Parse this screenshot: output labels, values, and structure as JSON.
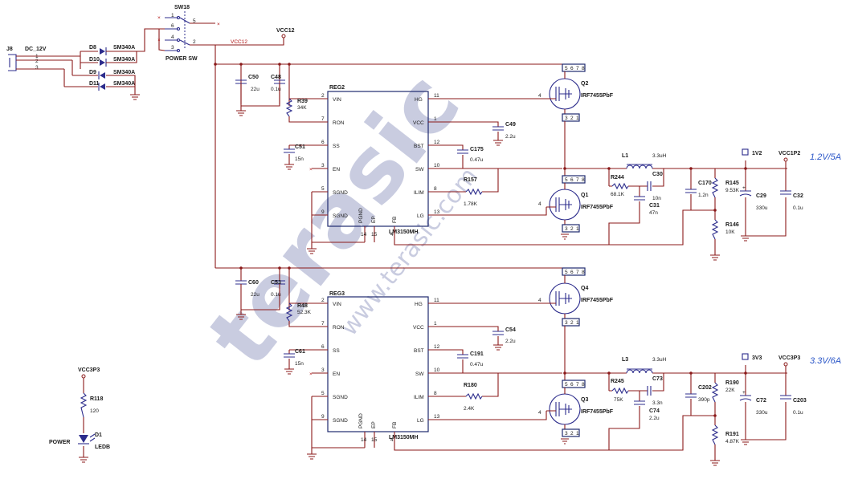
{
  "connector": {
    "ref": "J8",
    "label": "DC_12V",
    "pins": [
      "1",
      "2",
      "3"
    ]
  },
  "diodes": [
    {
      "ref": "D8",
      "part": "SM340A"
    },
    {
      "ref": "D10",
      "part": "SM340A"
    },
    {
      "ref": "D9",
      "part": "SM340A"
    },
    {
      "ref": "D11",
      "part": "SM340A"
    }
  ],
  "switch": {
    "ref": "SW18",
    "label": "POWER SW",
    "pins": [
      "1",
      "6",
      "4",
      "3",
      "5",
      "2"
    ]
  },
  "nets": {
    "vcc12": "VCC12",
    "vcc3p3": "VCC3P3",
    "vcc1p2": "VCC1P2",
    "n1v2": "1V2",
    "n3v3": "3V3"
  },
  "rails": {
    "out1": "1.2V/5A",
    "out2": "3.3V/6A"
  },
  "reg_top": {
    "ref": "REG2",
    "part": "LM3150MH",
    "left_pins": [
      {
        "num": "2",
        "name": "VIN"
      },
      {
        "num": "7",
        "name": "RON"
      },
      {
        "num": "6",
        "name": "SS"
      },
      {
        "num": "3",
        "name": "EN"
      },
      {
        "num": "5",
        "name": "SGND"
      },
      {
        "num": "9",
        "name": "SGND"
      }
    ],
    "right_pins": [
      {
        "num": "11",
        "name": "HG"
      },
      {
        "num": "1",
        "name": "VCC"
      },
      {
        "num": "12",
        "name": "BST"
      },
      {
        "num": "10",
        "name": "SW"
      },
      {
        "num": "8",
        "name": "ILIM"
      },
      {
        "num": "13",
        "name": "LG"
      }
    ],
    "bottom_pins": [
      {
        "num": "14",
        "name": "PGND"
      },
      {
        "num": "15",
        "name": "EP"
      },
      {
        "num": "4",
        "name": "FB"
      }
    ]
  },
  "reg_bot": {
    "ref": "REG3",
    "part": "LM3150MH",
    "left_pins": [
      {
        "num": "2",
        "name": "VIN"
      },
      {
        "num": "7",
        "name": "RON"
      },
      {
        "num": "6",
        "name": "SS"
      },
      {
        "num": "3",
        "name": "EN"
      },
      {
        "num": "5",
        "name": "SGND"
      },
      {
        "num": "9",
        "name": "SGND"
      }
    ],
    "right_pins": [
      {
        "num": "11",
        "name": "HG"
      },
      {
        "num": "1",
        "name": "VCC"
      },
      {
        "num": "12",
        "name": "BST"
      },
      {
        "num": "10",
        "name": "SW"
      },
      {
        "num": "8",
        "name": "ILIM"
      },
      {
        "num": "13",
        "name": "LG"
      }
    ],
    "bottom_pins": [
      {
        "num": "14",
        "name": "PGND"
      },
      {
        "num": "15",
        "name": "EP"
      },
      {
        "num": "4",
        "name": "FB"
      }
    ]
  },
  "top_parts": {
    "c50": {
      "ref": "C50",
      "val": "22u"
    },
    "c48": {
      "ref": "C48",
      "val": "0.1u"
    },
    "r39": {
      "ref": "R39",
      "val": "34K"
    },
    "c51": {
      "ref": "C51",
      "val": "15n"
    },
    "c49": {
      "ref": "C49",
      "val": "2.2u"
    },
    "c175": {
      "ref": "C175",
      "val": "0.47u"
    },
    "r157": {
      "ref": "R157",
      "val": "1.78K"
    },
    "q2": {
      "ref": "Q2",
      "part": "IRF7455PbF"
    },
    "q1": {
      "ref": "Q1",
      "part": "IRF7455PbF"
    },
    "l1": {
      "ref": "L1",
      "val": "3.3uH"
    },
    "r244": {
      "ref": "R244",
      "val": "68.1K"
    },
    "c30": {
      "ref": "C30",
      "val": "10n"
    },
    "c31": {
      "ref": "C31",
      "val": "47n"
    },
    "c170": {
      "ref": "C170",
      "val": "1.2n"
    },
    "r145": {
      "ref": "R145",
      "val": "9.53K"
    },
    "r146": {
      "ref": "R146",
      "val": "10K"
    },
    "c29": {
      "ref": "C29",
      "val": "330u"
    },
    "c32": {
      "ref": "C32",
      "val": "0.1u"
    }
  },
  "bot_parts": {
    "c60": {
      "ref": "C60",
      "val": "22u"
    },
    "c53": {
      "ref": "C53",
      "val": "0.1u"
    },
    "r48": {
      "ref": "R48",
      "val": "52.3K"
    },
    "c61": {
      "ref": "C61",
      "val": "15n"
    },
    "c54": {
      "ref": "C54",
      "val": "2.2u"
    },
    "c191": {
      "ref": "C191",
      "val": "0.47u"
    },
    "r180": {
      "ref": "R180",
      "val": "2.4K"
    },
    "q4": {
      "ref": "Q4",
      "part": "IRF7455PbF"
    },
    "q3": {
      "ref": "Q3",
      "part": "IRF7455PbF"
    },
    "l3": {
      "ref": "L3",
      "val": "3.3uH"
    },
    "r245": {
      "ref": "R245",
      "val": "75K"
    },
    "c73": {
      "ref": "C73",
      "val": "3.3n"
    },
    "c74": {
      "ref": "C74",
      "val": "2.2u"
    },
    "c202": {
      "ref": "C202",
      "val": "390p"
    },
    "r190": {
      "ref": "R190",
      "val": "22K"
    },
    "r191": {
      "ref": "R191",
      "val": "4.87K"
    },
    "c72": {
      "ref": "C72",
      "val": "330u"
    },
    "c203": {
      "ref": "C203",
      "val": "0.1u"
    }
  },
  "led": {
    "r_ref": "R118",
    "r_val": "120",
    "d_ref": "D1",
    "d_part": "LEDB",
    "label": "POWER"
  },
  "fet_pins": {
    "top": [
      "5",
      "6",
      "7",
      "8"
    ],
    "bottom": [
      "3",
      "2",
      "1"
    ],
    "gate": "4"
  },
  "watermark": {
    "logo": "terasic",
    "url": "www.terasic.com"
  }
}
